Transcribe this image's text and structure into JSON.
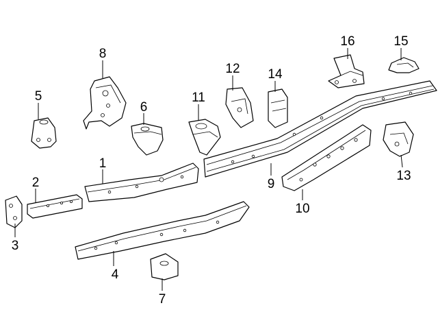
{
  "callouts": {
    "p1": "1",
    "p2": "2",
    "p3": "3",
    "p4": "4",
    "p5": "5",
    "p6": "6",
    "p7": "7",
    "p8": "8",
    "p9": "9",
    "p10": "10",
    "p11": "11",
    "p12": "12",
    "p13": "13",
    "p14": "14",
    "p15": "15",
    "p16": "16"
  },
  "colors": {
    "line": "#000000",
    "background": "#ffffff"
  }
}
